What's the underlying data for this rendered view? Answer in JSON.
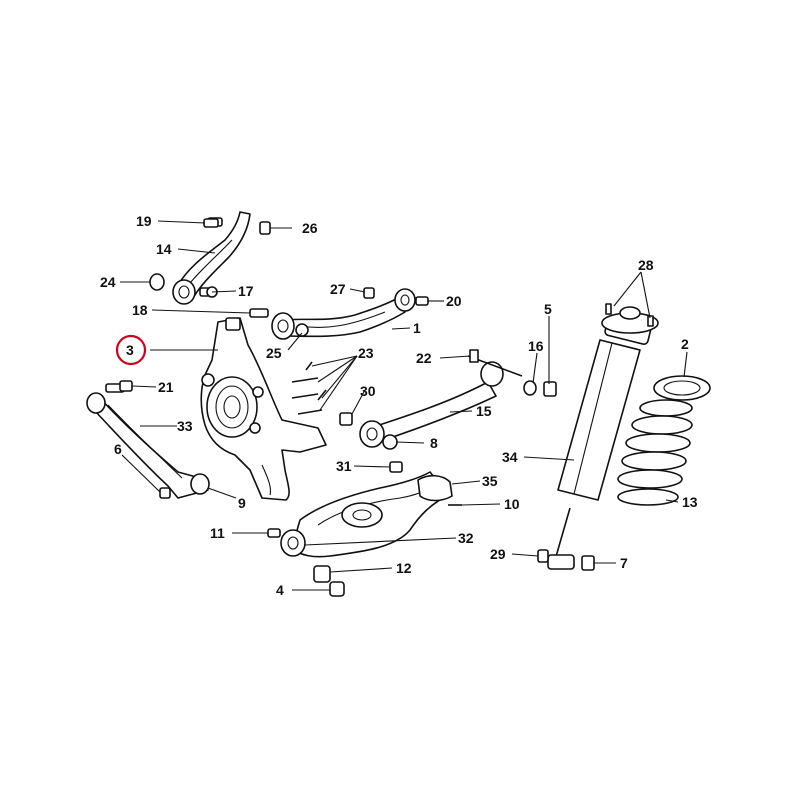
{
  "diagram": {
    "highlighted_callout": "3",
    "highlight_color": "#d0021b",
    "callouts": {
      "c1": "1",
      "c2": "2",
      "c3": "3",
      "c4": "4",
      "c5": "5",
      "c6": "6",
      "c7": "7",
      "c8": "8",
      "c9": "9",
      "c10": "10",
      "c11": "11",
      "c12": "12",
      "c13": "13",
      "c14": "14",
      "c15": "15",
      "c16": "16",
      "c17": "17",
      "c18": "18",
      "c19": "19",
      "c20": "20",
      "c21": "21",
      "c22": "22",
      "c23": "23",
      "c24": "24",
      "c25": "25",
      "c26": "26",
      "c27": "27",
      "c28": "28",
      "c29": "29",
      "c30": "30",
      "c31": "31",
      "c32": "32",
      "c33": "33",
      "c34": "34",
      "c35": "35"
    }
  }
}
